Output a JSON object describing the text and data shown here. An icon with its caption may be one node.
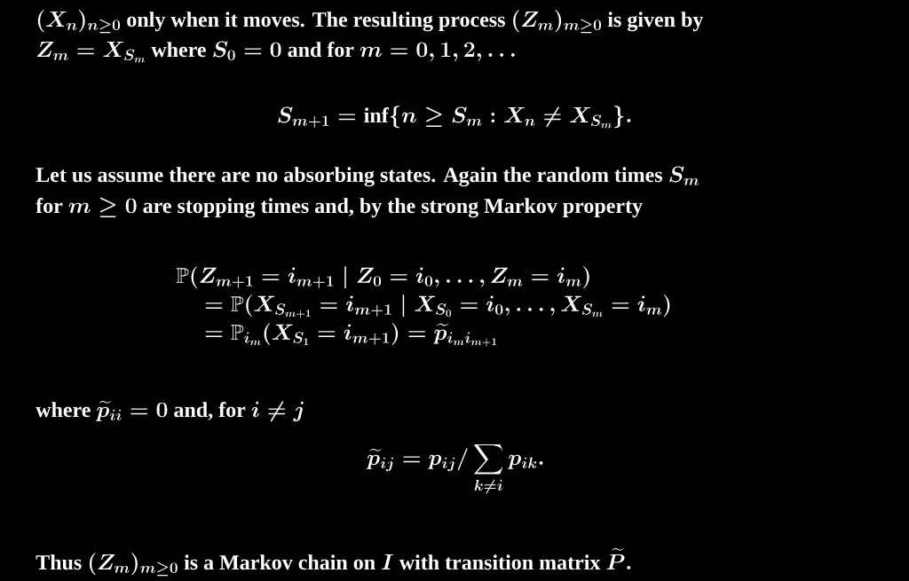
{
  "diagram": {
    "labels": [
      "(X_n)_{n\\ge 0}\\text{ only when it moves. The resulting process }(Z_m)_{m\\ge 0}\\text{ is given by}",
      "Z_m = X_{S_m}\\text{ where }S_0 = 0\\text{ and for }m = 0, 1, 2, \\dots",
      "S_{m+1} = \\inf\\{n \\ge S_m : X_n \\ne X_{S_m}\\}.",
      "\\text{Let us assume there are no absorbing states. Again the random times }S_m",
      "\\text{for }m \\ge 0\\text{ are stopping times and, by the strong Markov property}",
      "\\begin{aligned}&\\mathbb{P}(Z_{m+1} = i_{m+1} \\mid Z_0 = i_0, \\dots, Z_m = i_m)\\\\ &\\quad = \\mathbb{P}(X_{S_{m+1}} = i_{m+1} \\mid X_{S_0} = i_0, \\dots, X_{S_m} = i_m)\\\\ &\\quad = \\mathbb{P}_{i_m}(X_{S_1} = i_{m+1}) = \\widetilde{p}_{i_m i_{m+1}}\\end{aligned}",
      "\\text{where }\\widetilde{p}_{ii} = 0\\text{ and, for }i \\ne j",
      "\\widetilde{p}_{ij} = p_{ij}/\\sum_{k \\ne i} p_{ik}.",
      "\\text{Thus }(Z_m)_{m\\ge 0}\\text{ is a Markov chain on }I\\text{ with transition matrix }\\widetilde{P}."
    ]
  }
}
